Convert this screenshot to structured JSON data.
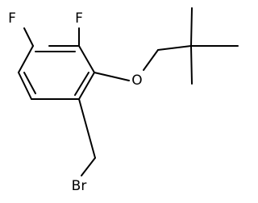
{
  "molecule": {
    "atoms": {
      "fluorine_left": "F",
      "fluorine_right": "F",
      "oxygen": "O",
      "bromine": "Br"
    }
  },
  "colors": {
    "bond": "#000000",
    "label": "#000000",
    "background": "#ffffff"
  }
}
